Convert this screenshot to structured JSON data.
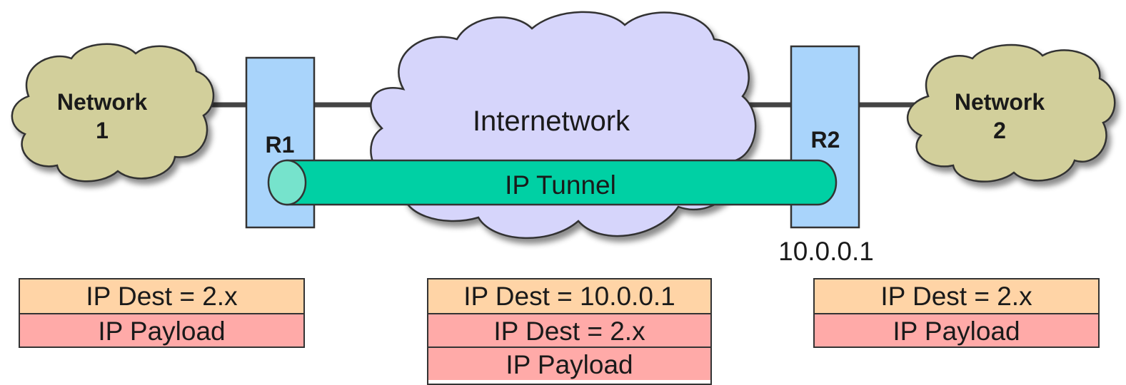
{
  "networks": {
    "left": {
      "line1": "Network",
      "line2": "1"
    },
    "right": {
      "line1": "Network",
      "line2": "2"
    },
    "internetwork": "Internetwork"
  },
  "routers": {
    "r1": "R1",
    "r2": "R2",
    "r2_address": "10.0.0.1"
  },
  "tunnel": {
    "label": "IP Tunnel"
  },
  "packets": {
    "left": {
      "rows": [
        "IP Dest = 2.x",
        "IP Payload"
      ]
    },
    "middle": {
      "rows": [
        "IP Dest = 10.0.0.1",
        "IP Dest = 2.x",
        "IP Payload"
      ]
    },
    "right": {
      "rows": [
        "IP Dest = 2.x",
        "IP Payload"
      ]
    }
  },
  "colors": {
    "network_cloud": "#d2cf9b",
    "internetwork_cloud": "#d6d5fb",
    "router": "#a9d4fb",
    "tunnel": "#00d0a4",
    "tunnel_end": "#76e3cc",
    "packet_header": "#ffd4a6",
    "packet_payload": "#ffaaa8"
  }
}
